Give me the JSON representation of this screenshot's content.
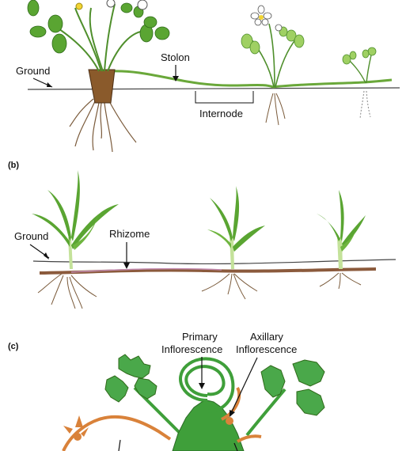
{
  "panels": {
    "a": {
      "labels": {
        "ground": "Ground",
        "stolon": "Stolon",
        "internode": "Internode"
      }
    },
    "b": {
      "panel_label": "(b)",
      "labels": {
        "ground": "Ground",
        "rhizome": "Rhizome"
      }
    },
    "c": {
      "panel_label": "(c)",
      "labels": {
        "primary_1": "Primary",
        "primary_2": "Inflorescence",
        "axillary_1": "Axillary",
        "axillary_2": "Inflorescence"
      }
    }
  },
  "colors": {
    "leaf": "#5aa532",
    "leaf_light": "#9fd063",
    "stem": "#4f8f2c",
    "crown": "#8a5a2b",
    "root": "#7a5a3a",
    "rhizome": "#8b5a3c",
    "rhizome_tint": "#c38bb0",
    "ground_line": "#444444",
    "panel_c_green": "#3f9f3a",
    "panel_c_orange": "#d9823a"
  }
}
